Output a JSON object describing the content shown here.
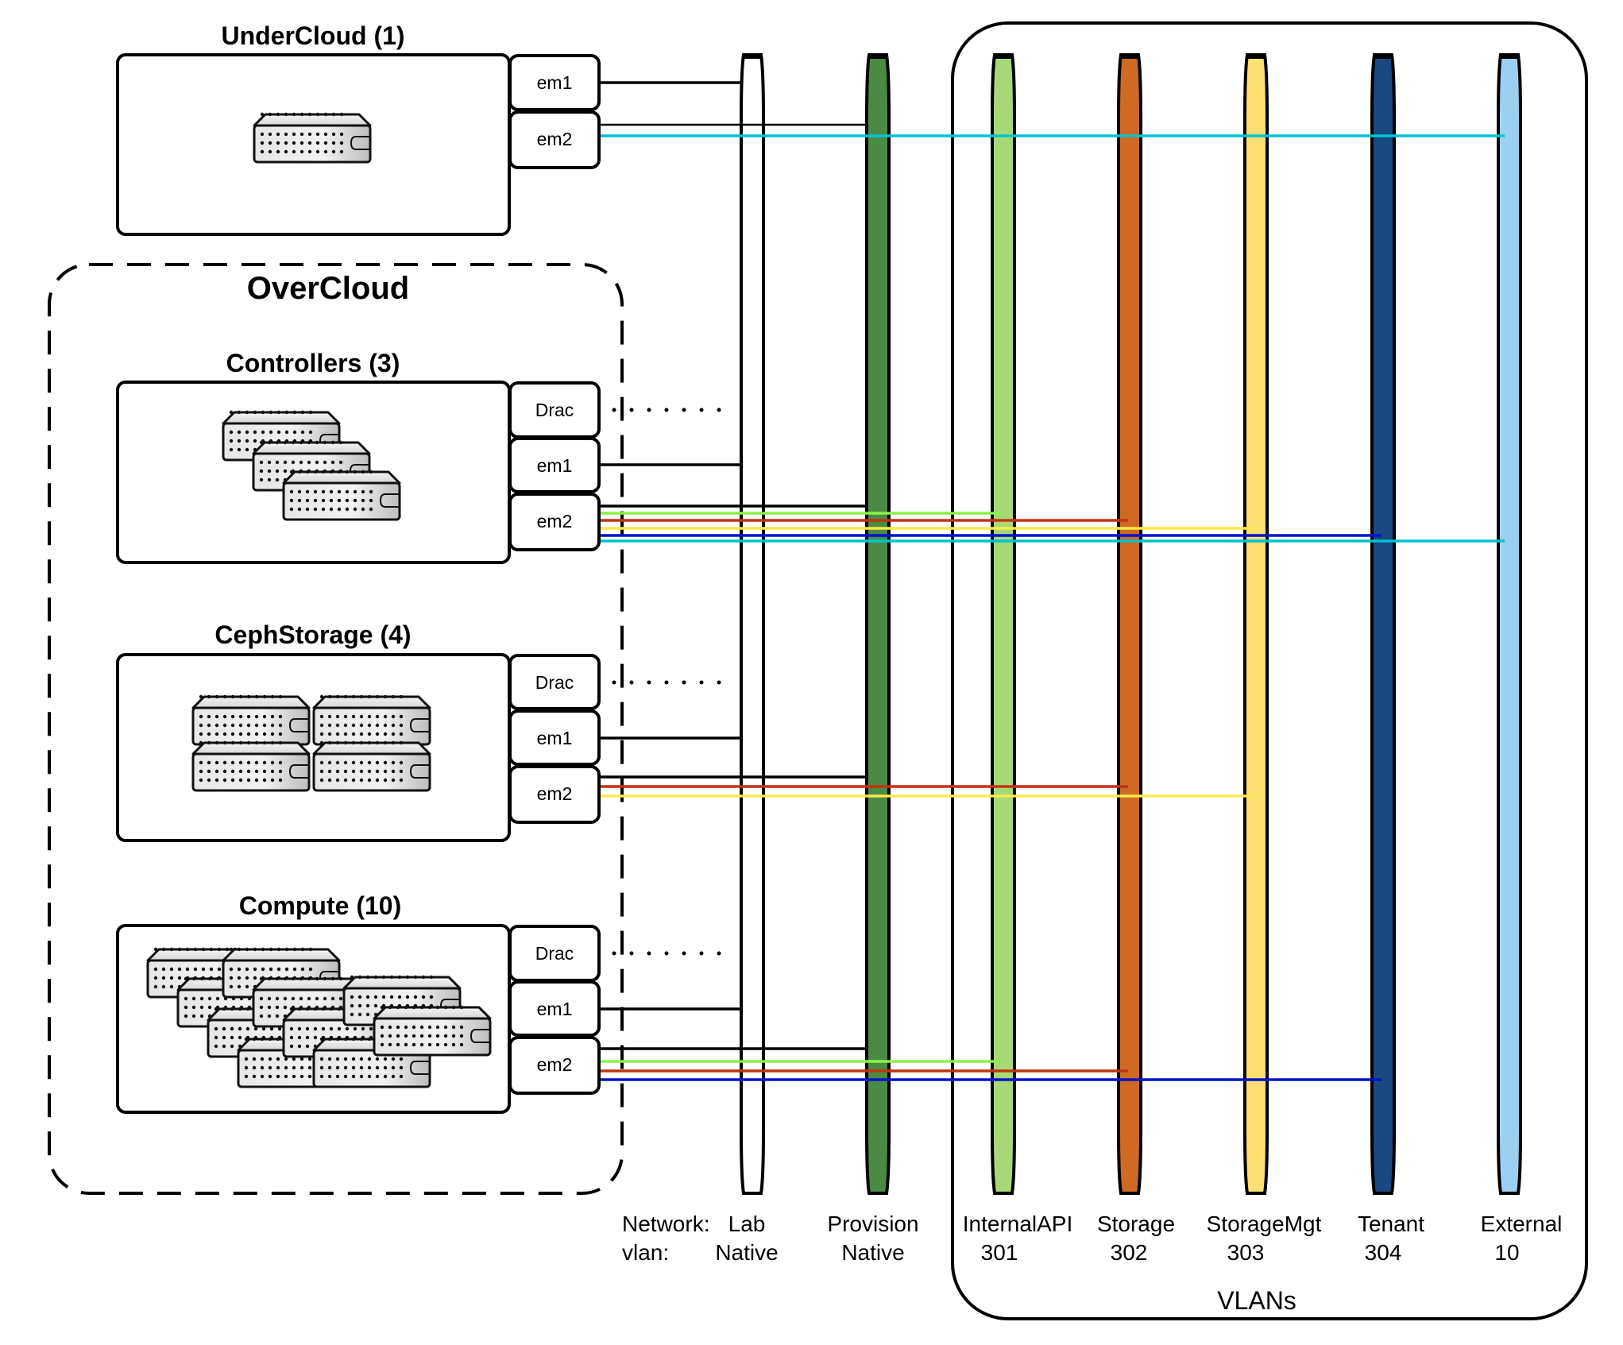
{
  "undercloud": {
    "title": "UnderCloud (1)",
    "server_count": 1,
    "ports": [
      "em1",
      "em2"
    ]
  },
  "overcloud": {
    "title": "OverCloud",
    "groups": [
      {
        "id": "controllers",
        "title": "Controllers (3)",
        "server_count": 3,
        "ports": [
          "Drac",
          "em1",
          "em2"
        ]
      },
      {
        "id": "cephstorage",
        "title": "CephStorage (4)",
        "server_count": 4,
        "ports": [
          "Drac",
          "em1",
          "em2"
        ]
      },
      {
        "id": "compute",
        "title": "Compute (10)",
        "server_count": 10,
        "ports": [
          "Drac",
          "em1",
          "em2"
        ]
      }
    ]
  },
  "legend": {
    "network_label": "Network:",
    "vlan_label": "vlan:",
    "vlans_group_label": "VLANs"
  },
  "networks": [
    {
      "id": "lab",
      "name": "Lab",
      "vlan": "Native",
      "color": "#ffffff"
    },
    {
      "id": "provision",
      "name": "Provision",
      "vlan": "Native",
      "color": "#4a8a44"
    },
    {
      "id": "internalapi",
      "name": "InternalAPI",
      "vlan": "301",
      "color": "#a6d877"
    },
    {
      "id": "storage",
      "name": "Storage",
      "vlan": "302",
      "color": "#cf6a25"
    },
    {
      "id": "storagemgt",
      "name": "StorageMgt",
      "vlan": "303",
      "color": "#ffdf72"
    },
    {
      "id": "tenant",
      "name": "Tenant",
      "vlan": "304",
      "color": "#1a4880"
    },
    {
      "id": "external",
      "name": "External",
      "vlan": "10",
      "color": "#9bd0f1"
    }
  ],
  "link_colors": {
    "internalapi": "#8cf24a",
    "storage": "#c0350f",
    "storagemgt": "#ffe84d",
    "tenant": "#0014c8",
    "external": "#00c4d2",
    "native": "#000000"
  },
  "connections": [
    {
      "from": "undercloud.em1",
      "to": "lab"
    },
    {
      "from": "undercloud.em2",
      "to": "provision"
    },
    {
      "from": "undercloud.em2",
      "to": "external"
    },
    {
      "from": "controllers.Drac",
      "to": "lab",
      "style": "dotted"
    },
    {
      "from": "controllers.em1",
      "to": "lab"
    },
    {
      "from": "controllers.em2",
      "to": "provision"
    },
    {
      "from": "controllers.em2",
      "to": "internalapi"
    },
    {
      "from": "controllers.em2",
      "to": "storage"
    },
    {
      "from": "controllers.em2",
      "to": "storagemgt"
    },
    {
      "from": "controllers.em2",
      "to": "tenant"
    },
    {
      "from": "controllers.em2",
      "to": "external"
    },
    {
      "from": "cephstorage.Drac",
      "to": "lab",
      "style": "dotted"
    },
    {
      "from": "cephstorage.em1",
      "to": "lab"
    },
    {
      "from": "cephstorage.em2",
      "to": "provision"
    },
    {
      "from": "cephstorage.em2",
      "to": "storage"
    },
    {
      "from": "cephstorage.em2",
      "to": "storagemgt"
    },
    {
      "from": "compute.Drac",
      "to": "lab",
      "style": "dotted"
    },
    {
      "from": "compute.em1",
      "to": "lab"
    },
    {
      "from": "compute.em2",
      "to": "provision"
    },
    {
      "from": "compute.em2",
      "to": "internalapi"
    },
    {
      "from": "compute.em2",
      "to": "storage"
    },
    {
      "from": "compute.em2",
      "to": "tenant"
    }
  ]
}
